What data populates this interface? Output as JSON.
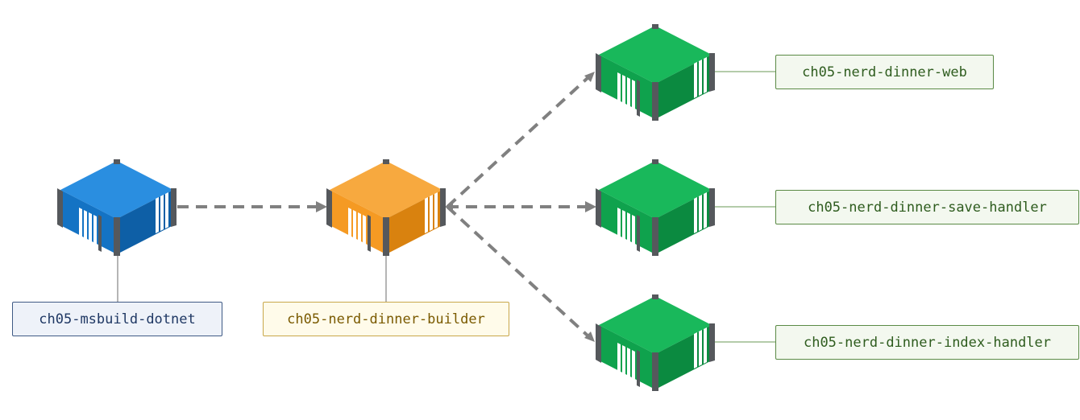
{
  "colors": {
    "blue_container": "#1473c4",
    "orange_container": "#f59a23",
    "green_container": "#0fa24d",
    "arrow": "#808080"
  },
  "nodes": {
    "msbuild": {
      "label": "ch05-msbuild-dotnet",
      "icon": "shipping-container-icon"
    },
    "builder": {
      "label": "ch05-nerd-dinner-builder",
      "icon": "shipping-container-icon"
    },
    "web": {
      "label": "ch05-nerd-dinner-web",
      "icon": "shipping-container-icon"
    },
    "save_handler": {
      "label": "ch05-nerd-dinner-save-handler",
      "icon": "shipping-container-icon"
    },
    "index_handler": {
      "label": "ch05-nerd-dinner-index-handler",
      "icon": "shipping-container-icon"
    }
  }
}
